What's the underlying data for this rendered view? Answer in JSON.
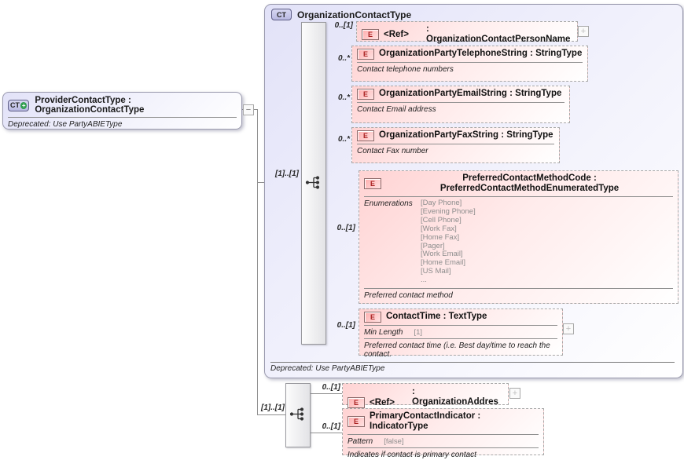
{
  "icons": {
    "plus": "+",
    "minus": "−",
    "badge_plus": "+"
  },
  "provider_box": {
    "badge": "CT",
    "title": "ProviderContactType : OrganizationContactType",
    "annotation": "Deprecated: Use PartyABIEType"
  },
  "main_container": {
    "badge": "CT",
    "title": "OrganizationContactType",
    "footer_annotation": "Deprecated: Use PartyABIEType",
    "group_cardinality": "[1]..[1]"
  },
  "elements": [
    {
      "badge": "E",
      "cardinality": "0..[1]",
      "ref_label": "<Ref>",
      "ref_type": ": OrganizationContactPersonName"
    },
    {
      "badge": "E",
      "cardinality": "0..*",
      "title": "OrganizationPartyTelephoneString : StringType",
      "annotation": "Contact telephone numbers"
    },
    {
      "badge": "E",
      "cardinality": "0..*",
      "title": "OrganizationPartyEmailString : StringType",
      "annotation": "Contact Email address"
    },
    {
      "badge": "E",
      "cardinality": "0..*",
      "title": "OrganizationPartyFaxString : StringType",
      "annotation": "Contact Fax number"
    },
    {
      "badge": "E",
      "cardinality": "0..[1]",
      "title": "PreferredContactMethodCode : PreferredContactMethodEnumeratedType",
      "facet_label": "Enumerations",
      "enumerations": [
        "[Day Phone]",
        "[Evening Phone]",
        "[Cell Phone]",
        "[Work Fax]",
        "[Home Fax]",
        "[Pager]",
        "[Work Email]",
        "[Home Email]",
        "[US Mail]",
        "..."
      ],
      "annotation": "Preferred contact method"
    },
    {
      "badge": "E",
      "cardinality": "0..[1]",
      "title": "ContactTime : TextType",
      "facet_label": "Min Length",
      "facet_value": "[1]",
      "annotation": "Preferred contact time (i.e. Best day/time to reach the contact."
    }
  ],
  "bottom_group": {
    "cardinality": "[1]..[1]",
    "elements": [
      {
        "badge": "E",
        "cardinality": "0..[1]",
        "ref_label": "<Ref>",
        "ref_type": ": OrganizationAddress"
      },
      {
        "badge": "E",
        "cardinality": "0..[1]",
        "title": "PrimaryContactIndicator : IndicatorType",
        "facet_label": "Pattern",
        "facet_value": "[false]",
        "annotation": "Indicates if contact is primary contact"
      }
    ]
  }
}
